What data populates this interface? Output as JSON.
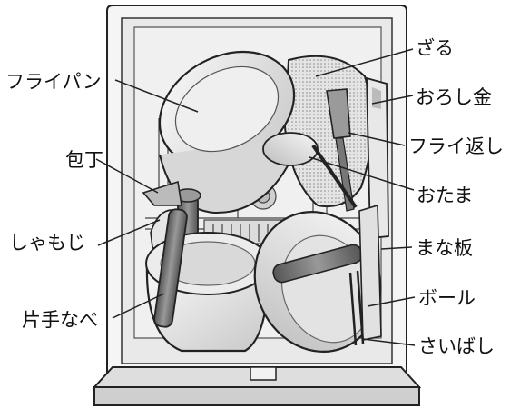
{
  "labels": {
    "frypan": "フライパン",
    "zaru": "ざる",
    "oroshigane": "おろし金",
    "knife": "包丁",
    "spatula": "フライ返し",
    "otama": "おたま",
    "shamoji": "しゃもじ",
    "cutting_board": "まな板",
    "saucepan": "片手なべ",
    "bowl": "ボール",
    "tongs": "さいばし"
  },
  "colors": {
    "outline": "#222222",
    "metal_light": "#f2f2f2",
    "metal_mid": "#d9d9d9",
    "metal_dark": "#b5b5b5",
    "handle": "#6f6f6f",
    "interior": "#ececec"
  }
}
